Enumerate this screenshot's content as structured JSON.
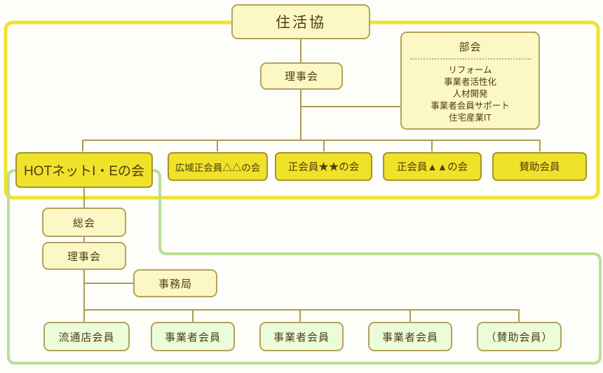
{
  "diagram": {
    "root": {
      "label": "住活協"
    },
    "board": {
      "label": "理事会"
    },
    "subcommittees": {
      "title": "部会",
      "items": [
        "リフォーム",
        "事業者活性化",
        "人材開発",
        "事業者会員サポート",
        "住宅産業IT"
      ]
    },
    "member_groups": [
      {
        "label": "HOTネットI・Eの会"
      },
      {
        "label": "広域正会員△△の会"
      },
      {
        "label": "正会員★★の会"
      },
      {
        "label": "正会員▲▲の会"
      },
      {
        "label": "賛助会員"
      }
    ],
    "hot_net": {
      "general_meeting": {
        "label": "総会"
      },
      "board": {
        "label": "理事会"
      },
      "secretariat": {
        "label": "事務局"
      },
      "members": [
        {
          "label": "流通店会員"
        },
        {
          "label": "事業者会員"
        },
        {
          "label": "事業者会員"
        },
        {
          "label": "事業者会員"
        },
        {
          "label": "（賛助会員）"
        }
      ]
    }
  },
  "colors": {
    "page-bg": "#fdfdf9",
    "pale-box-bg": "#fcf8c5",
    "pale-box-border": "#b3a35b",
    "bright-box-bg": "#f0e22a",
    "bright-box-border": "#a2952e",
    "green-box-bg": "#ebfcdb",
    "green-box-border": "#b3a35b",
    "yellow-frame": "#f0e22a",
    "green-frame": "#b9e096",
    "line": "#ab9c4e",
    "text": "#4c3c12"
  }
}
